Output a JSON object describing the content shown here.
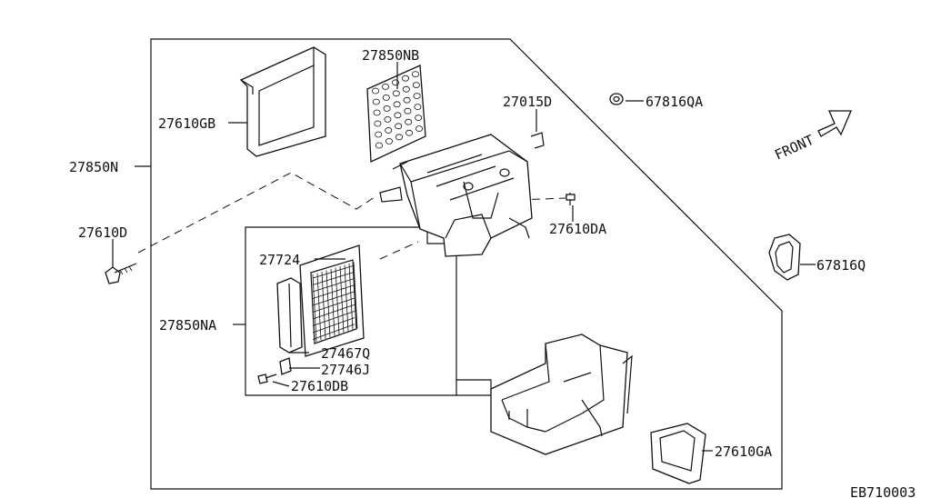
{
  "diagram": {
    "code": "EB710003",
    "front_label": "FRONT",
    "parts": {
      "p27850NB": "27850NB",
      "p27610GB": "27610GB",
      "p27015D": "27015D",
      "p67816QA": "67816QA",
      "p27850N": "27850N",
      "p27610D": "27610D",
      "p27610DA": "27610DA",
      "p67816Q": "67816Q",
      "p27724": "27724",
      "p27850NA": "27850NA",
      "p27467Q": "27467Q",
      "p27746J": "27746J",
      "p27610DB": "27610DB",
      "p27610GA": "27610GA"
    }
  }
}
